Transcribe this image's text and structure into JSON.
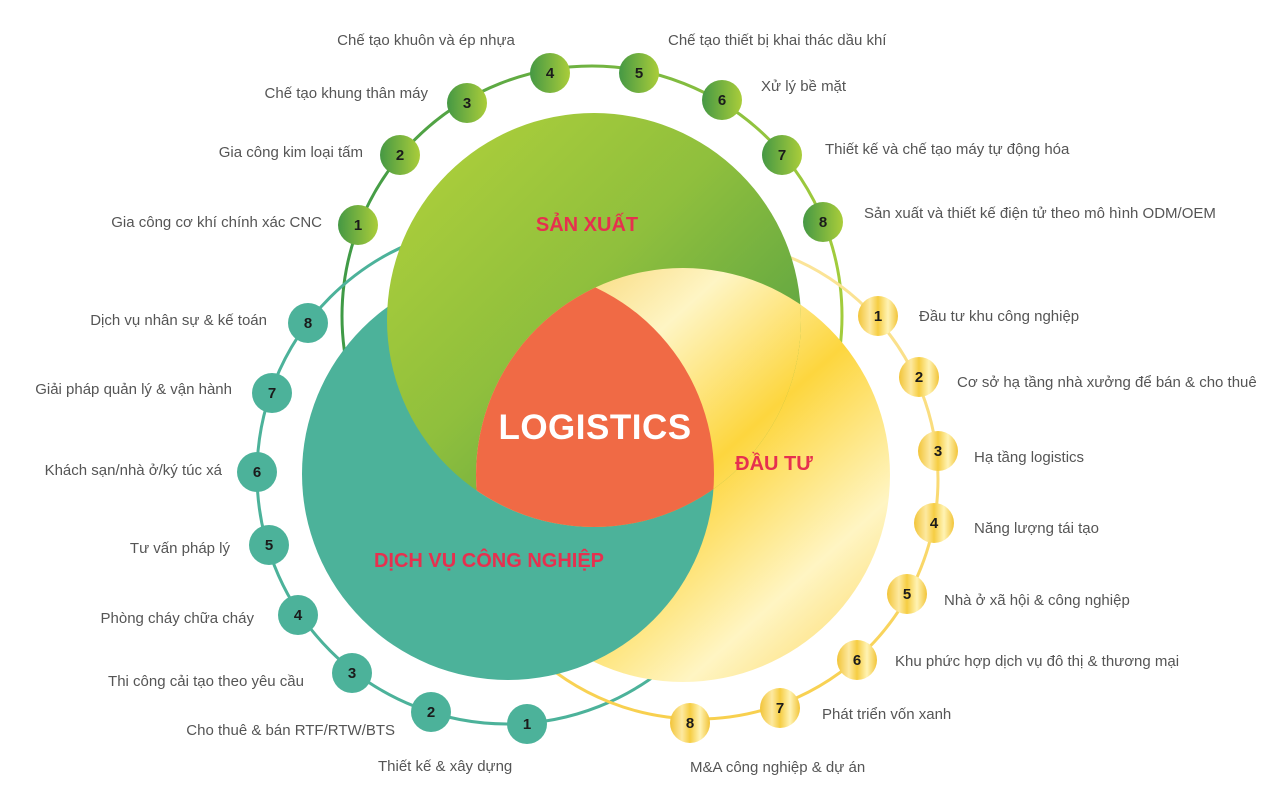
{
  "colors": {
    "manufacturing": "#6aac41",
    "investment": "#fdd640",
    "industrial_services": "#4cb29a",
    "center": "#f06a45",
    "category_title": "#e6304f",
    "item_label": "#555555"
  },
  "diagram": {
    "center": {
      "label": "LOGISTICS"
    },
    "segments": {
      "manufacturing": {
        "title": "SẢN XUẤT",
        "items": [
          {
            "number": "1",
            "label": "Gia công cơ khí chính xác CNC"
          },
          {
            "number": "2",
            "label": "Gia công kim loại tấm"
          },
          {
            "number": "3",
            "label": "Chế tạo khung thân máy"
          },
          {
            "number": "4",
            "label": "Chế tạo khuôn và ép nhựa"
          },
          {
            "number": "5",
            "label": "Chế tạo thiết bị khai thác dầu khí"
          },
          {
            "number": "6",
            "label": "Xử lý bề mặt"
          },
          {
            "number": "7",
            "label": "Thiết kế và chế tạo máy tự động hóa"
          },
          {
            "number": "8",
            "label": "Sản xuất và thiết kế điện tử theo mô hình ODM/OEM"
          }
        ]
      },
      "investment": {
        "title": "ĐẦU TƯ",
        "items": [
          {
            "number": "1",
            "label": "Đầu tư khu công nghiệp"
          },
          {
            "number": "2",
            "label": "Cơ sở hạ tầng nhà xưởng để bán & cho thuê"
          },
          {
            "number": "3",
            "label": "Hạ tầng logistics"
          },
          {
            "number": "4",
            "label": "Năng lượng tái tạo"
          },
          {
            "number": "5",
            "label": "Nhà ở xã hội & công nghiệp"
          },
          {
            "number": "6",
            "label": "Khu phức hợp dịch vụ đô thị & thương mại"
          },
          {
            "number": "7",
            "label": "Phát triển vốn xanh"
          },
          {
            "number": "8",
            "label": "M&A công nghiệp & dự án"
          }
        ]
      },
      "industrial_services": {
        "title": "DỊCH VỤ CÔNG NGHIỆP",
        "items": [
          {
            "number": "1",
            "label": "Thiết kế & xây dựng"
          },
          {
            "number": "2",
            "label": "Cho thuê & bán RTF/RTW/BTS"
          },
          {
            "number": "3",
            "label": "Thi công cải tạo theo yêu cầu"
          },
          {
            "number": "4",
            "label": "Phòng cháy chữa cháy"
          },
          {
            "number": "5",
            "label": "Tư vấn pháp lý"
          },
          {
            "number": "6",
            "label": "Khách sạn/nhà ở/ký túc xá"
          },
          {
            "number": "7",
            "label": "Giải pháp quản lý & vận hành"
          },
          {
            "number": "8",
            "label": "Dịch vụ nhân sự & kế toán"
          }
        ]
      }
    }
  }
}
